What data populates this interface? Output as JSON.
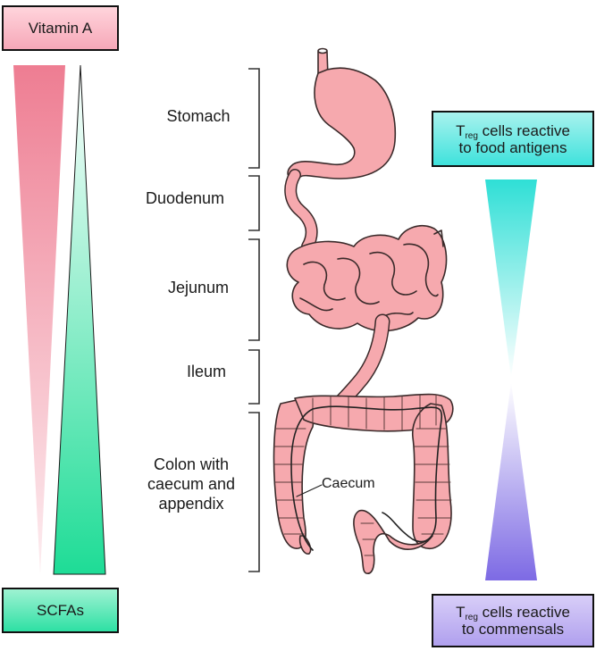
{
  "gradients": {
    "vitamin_a": {
      "label": "Vitamin A",
      "color": "#f08ca0"
    },
    "scfa": {
      "label": "SCFAs",
      "color": "#22dd9c"
    },
    "treg_food": {
      "label_main": "T",
      "label_sub": "reg",
      "label_rest": " cells reactive",
      "label_line2": "to food antigens",
      "color": "#3fe2dc"
    },
    "treg_commensal": {
      "label_main": "T",
      "label_sub": "reg",
      "label_rest": " cells reactive",
      "label_line2": "to commensals",
      "color": "#8a78e6"
    }
  },
  "regions": {
    "stomach": "Stomach",
    "duodenum": "Duodenum",
    "jejunum": "Jejunum",
    "ileum": "Ileum",
    "colon": "Colon with caecum and appendix"
  },
  "callouts": {
    "caecum": "Caecum"
  },
  "colors": {
    "gut_fill": "#f6a9ae",
    "gut_outline": "#3a2a2a",
    "bracket": "#333333"
  }
}
